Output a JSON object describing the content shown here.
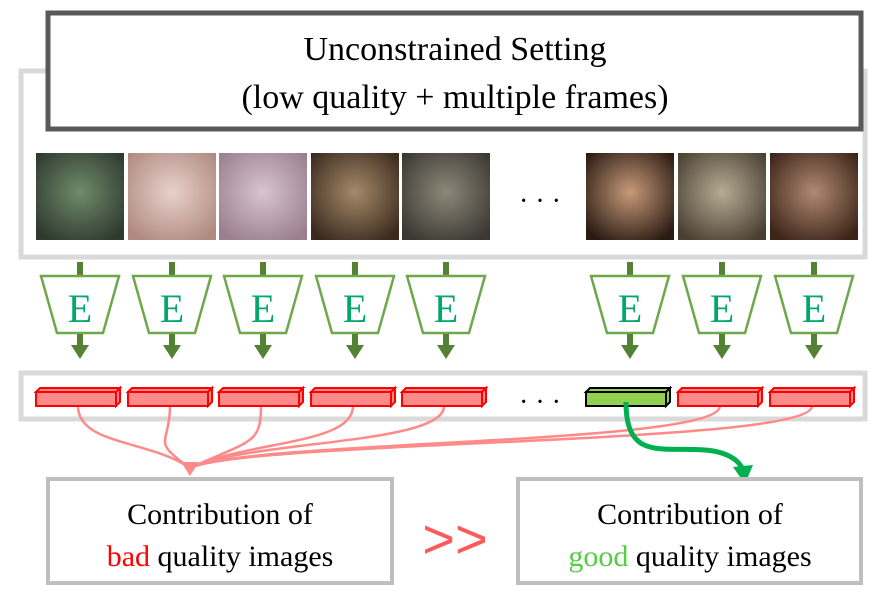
{
  "title": {
    "line1": "Unconstrained Setting",
    "line2": "(low quality + multiple frames)"
  },
  "frames": {
    "ellipsis": "· · ·",
    "items": [
      {
        "quality": "bad",
        "tone": [
          "#6f8a6a",
          "#2e3a2f"
        ]
      },
      {
        "quality": "bad",
        "tone": [
          "#e8d2cc",
          "#b08a80"
        ]
      },
      {
        "quality": "bad",
        "tone": [
          "#d8c4d0",
          "#9b7f8f"
        ]
      },
      {
        "quality": "bad",
        "tone": [
          "#a58a6a",
          "#3a2a1e"
        ]
      },
      {
        "quality": "bad",
        "tone": [
          "#8d8878",
          "#3a3832"
        ]
      },
      {
        "quality": "good",
        "tone": [
          "#c79a7a",
          "#2a1a12"
        ]
      },
      {
        "quality": "bad",
        "tone": [
          "#b5ac94",
          "#4a4032"
        ]
      },
      {
        "quality": "bad",
        "tone": [
          "#b08a72",
          "#3b2418"
        ]
      }
    ]
  },
  "encoder": {
    "label": "E"
  },
  "features": {
    "ellipsis": "· · ·"
  },
  "bottom": {
    "left": {
      "line1": "Contribution of",
      "highlight": "bad",
      "rest": " quality images"
    },
    "right": {
      "line1": "Contribution of",
      "highlight": "good",
      "rest": " quality images"
    },
    "comparator": ">>"
  },
  "colors": {
    "bad": "#ff0000",
    "bad_fill": "#ff8a8a",
    "good": "#55cc44",
    "good_fill": "#92d050",
    "encoder": "#6fa84a",
    "encoder_text": "#00a86b",
    "arrow": "#548235",
    "green_arrow": "#00b050",
    "curve": "#ff8a8a"
  }
}
